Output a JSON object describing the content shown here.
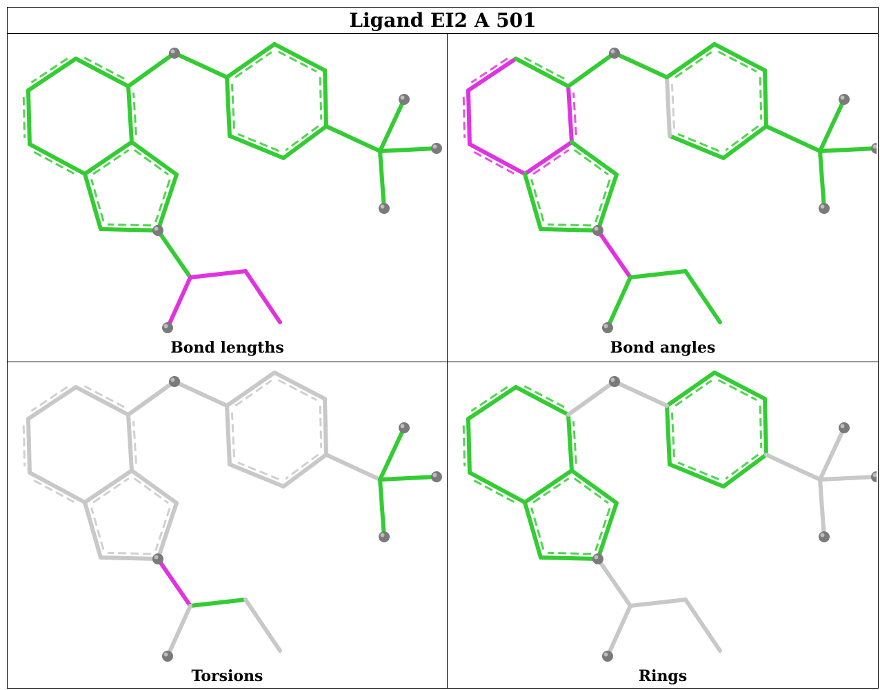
{
  "title": "Ligand EI2 A 501",
  "colors": {
    "good": "#33cc33",
    "outlier": "#e033e0",
    "neutral": "#c8c8c8",
    "atom": "#7a7a7a"
  },
  "panels": [
    {
      "caption": "Bond lengths",
      "bond_status": [
        "good",
        "good",
        "good",
        "good",
        "good",
        "good",
        "good",
        "good",
        "good",
        "good",
        "good",
        "good",
        "good",
        "good",
        "good",
        "good",
        "good",
        "good",
        "good",
        "good",
        "good",
        "good",
        "good",
        "outlier",
        "outlier"
      ]
    },
    {
      "caption": "Bond angles",
      "bond_status": [
        "outlier",
        "outlier",
        "outlier",
        "outlier",
        "outlier",
        "good",
        "good",
        "good",
        "good",
        "good",
        "good",
        "good",
        "good",
        "good",
        "good",
        "neutral",
        "good",
        "good",
        "good",
        "good",
        "good",
        "good",
        "outlier",
        "good",
        "good"
      ]
    },
    {
      "caption": "Torsions",
      "bond_status": [
        "neutral",
        "neutral",
        "neutral",
        "neutral",
        "neutral",
        "neutral",
        "neutral",
        "neutral",
        "neutral",
        "neutral",
        "neutral",
        "neutral",
        "neutral",
        "neutral",
        "neutral",
        "neutral",
        "neutral",
        "good",
        "good",
        "good",
        "neutral",
        "neutral",
        "outlier",
        "good",
        "neutral"
      ]
    },
    {
      "caption": "Rings",
      "bond_status": [
        "good",
        "good",
        "good",
        "good",
        "good",
        "good",
        "good",
        "good",
        "good",
        "good",
        "good",
        "good",
        "good",
        "good",
        "good",
        "good",
        "neutral",
        "neutral",
        "neutral",
        "neutral",
        "neutral",
        "neutral",
        "neutral",
        "neutral",
        "neutral"
      ]
    }
  ]
}
